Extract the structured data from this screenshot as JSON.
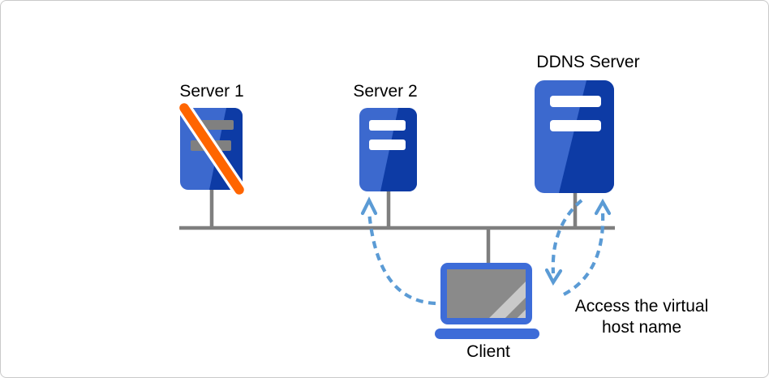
{
  "nodes": {
    "server1": {
      "label": "Server 1",
      "icon": "server-icon",
      "crossed_out": true
    },
    "server2": {
      "label": "Server 2",
      "icon": "server-icon",
      "crossed_out": false
    },
    "ddns": {
      "label": "DDNS Server",
      "icon": "server-icon",
      "crossed_out": false
    },
    "client": {
      "label": "Client",
      "icon": "laptop-icon"
    }
  },
  "annotation": {
    "line1": "Access the virtual",
    "line2": "host name"
  },
  "colors": {
    "server_blue_light": "#3C69CE",
    "server_blue_dark": "#0D3BA5",
    "disabled_slot_gray": "#808080",
    "slot_white": "#FFFFFF",
    "offline_stripe_orange": "#FF6500",
    "network_line_gray": "#7F7F7F",
    "arrow_blue": "#5B9BD5",
    "laptop_blue": "#3D6CD8",
    "screen_gray": "#8A8A8A",
    "screen_glare_gray": "#C9C9C9",
    "canvas_border": "#C9C9C9"
  }
}
